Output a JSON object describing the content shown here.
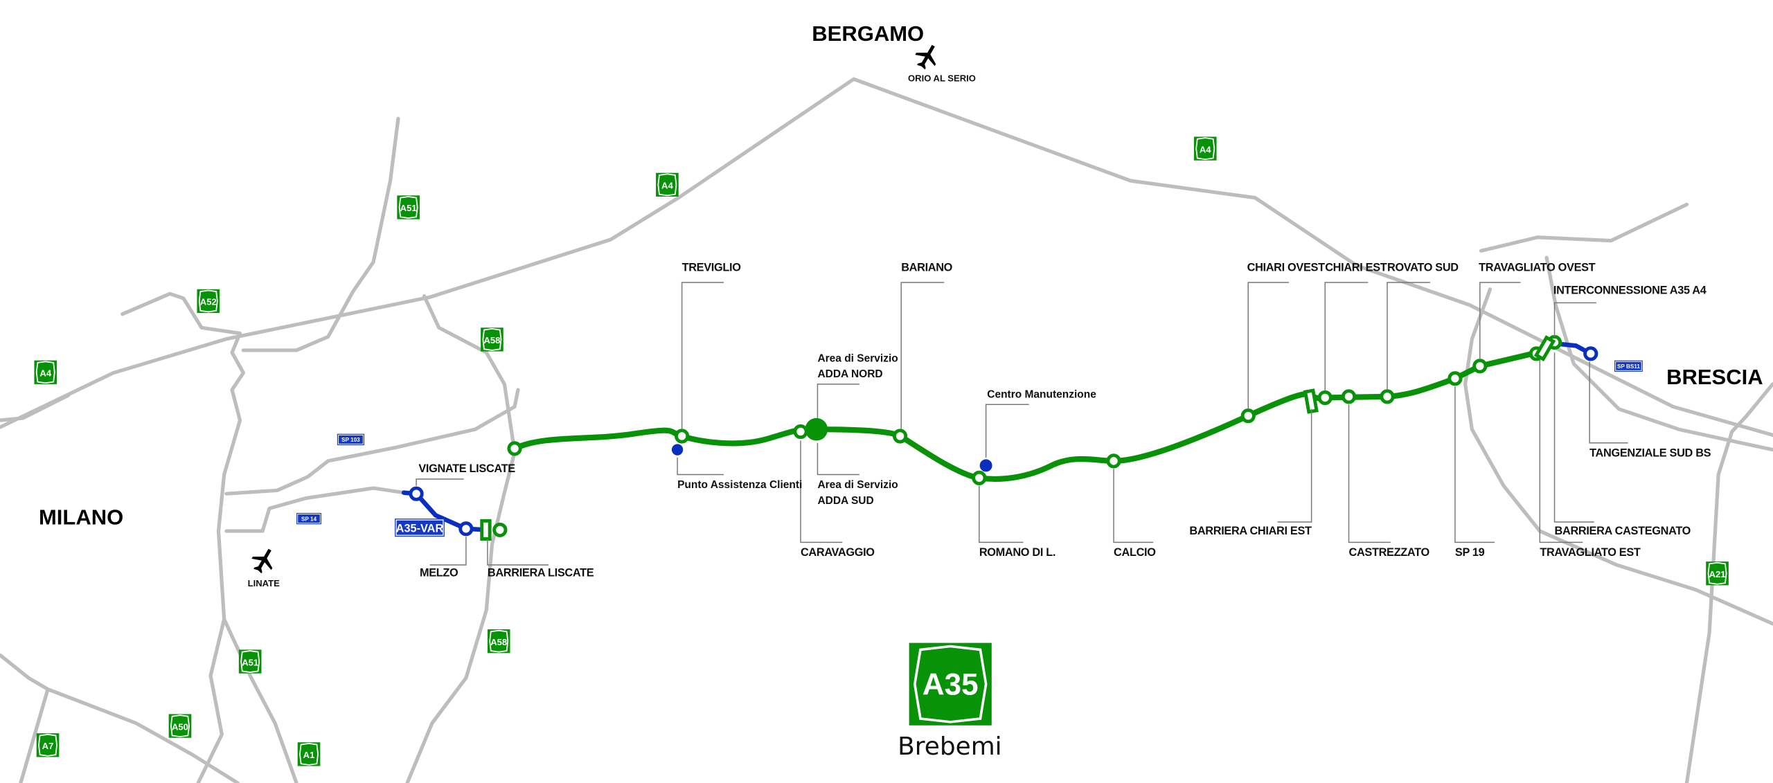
{
  "cities": {
    "bergamo": "BERGAMO",
    "milano": "MILANO",
    "brescia": "BRESCIA"
  },
  "airports": {
    "orio": "ORIO AL SERIO",
    "linate": "LINATE"
  },
  "logo": {
    "number": "A35",
    "name": "Brebemi"
  },
  "colors": {
    "a35": "#079207",
    "variant": "#0a2fbf",
    "roads": "#bdbdbd"
  },
  "shields": [
    "A4",
    "A52",
    "A51",
    "A58",
    "A4",
    "A4",
    "A51",
    "A58",
    "A50",
    "A7",
    "A1",
    "A21"
  ],
  "provincial_roads": [
    "SP 103",
    "SP 14",
    "SP BS11"
  ],
  "variant_label": "A35-VAR",
  "stations_top": [
    "TREVIGLIO",
    "BARIANO",
    "CHIARI OVEST",
    "CHIARI EST",
    "ROVATO SUD",
    "TRAVAGLIATO OVEST",
    "INTERCONNESSIONE A35 A4",
    "VIGNATE LISCATE"
  ],
  "stations_bottom": [
    "CARAVAGGIO",
    "ROMANO DI L.",
    "CALCIO",
    "BARRIERA CHIARI EST",
    "CASTREZZATO",
    "SP 19",
    "TRAVAGLIATO EST",
    "BARRIERA CASTEGNATO",
    "TANGENZIALE SUD BS",
    "MELZO",
    "BARRIERA LISCATE"
  ],
  "services": {
    "area_label": "Area di Servizio",
    "adda_nord": "ADDA NORD",
    "adda_sud": "ADDA SUD",
    "centro": "Centro Manutenzione",
    "punto": "Punto Assistenza Clienti"
  }
}
